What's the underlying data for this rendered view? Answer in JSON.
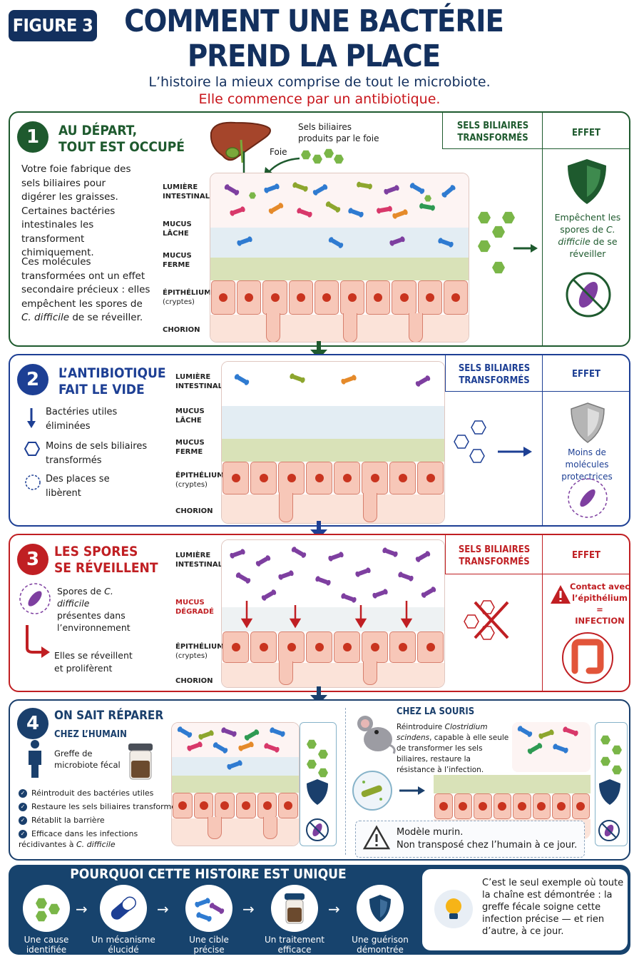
{
  "header": {
    "badge": "FIGURE 3",
    "title_line1": "COMMENT UNE BACTÉRIE",
    "title_line2": "PREND LA PLACE",
    "subtitle1": "L’histoire la mieux comprise de tout le microbiote.",
    "subtitle2": "Elle commence par un antibiotique."
  },
  "colors": {
    "green": "#1e5a2e",
    "blue": "#1d3f94",
    "red": "#c01f23",
    "navy": "#17436d"
  },
  "panel1": {
    "number": "1",
    "title_l1": "AU DÉPART,",
    "title_l2": "TOUT EST OCCUPÉ",
    "text1": "Votre foie fabrique des sels biliaires pour digérer les graisses. Certaines bactéries intestinales les transforment chimiquement.",
    "text2_a": "Ces molécules transformées ont un effet secondaire précieux : elles empêchent les spores de ",
    "text2_em": "C. difficile",
    "text2_b": " de se réveiller.",
    "bile_label_l1": "Sels biliaires",
    "bile_label_l2": "produits par le foie",
    "liver_label": "Foie",
    "layers": {
      "lumen_l1": "LUMIÈRE",
      "lumen_l2": "INTESTINALE",
      "mucus_loose_l1": "MUCUS",
      "mucus_loose_l2": "LÂCHE",
      "mucus_firm_l1": "MUCUS",
      "mucus_firm_l2": "FERME",
      "epi_l1": "ÉPITHÉLIUM",
      "epi_l2": "(cryptes)",
      "chorion": "CHORION"
    },
    "side_head_l1": "SELS BILIAIRES",
    "side_head_l2": "TRANSFORMÉS",
    "effect_head": "EFFET",
    "effect_a": "Empêchent les spores de ",
    "effect_em": "C. difficile",
    "effect_b": " de se réveiller"
  },
  "panel2": {
    "number": "2",
    "title_l1": "L’ANTIBIOTIQUE",
    "title_l2": "FAIT LE VIDE",
    "legend": [
      "Bactéries utiles éliminées",
      "Moins de sels biliaires transformés",
      "Des places se libèrent"
    ],
    "layers": {
      "lumen_l1": "LUMIÈRE",
      "lumen_l2": "INTESTINALE",
      "mucus_loose_l1": "MUCUS",
      "mucus_loose_l2": "LÂCHE",
      "mucus_firm_l1": "MUCUS",
      "mucus_firm_l2": "FERME",
      "epi_l1": "ÉPITHÉLIUM",
      "epi_l2": "(cryptes)",
      "chorion": "CHORION"
    },
    "side_head_l1": "SELS BILIAIRES",
    "side_head_l2": "TRANSFORMÉS",
    "effect_head": "EFFET",
    "effect_text": "Moins de molécules protectrices"
  },
  "panel3": {
    "number": "3",
    "title_l1": "LES SPORES",
    "title_l2": "SE RÉVEILLENT",
    "spores_a": "Spores de ",
    "spores_em": "C. difficile",
    "spores_b": " présentes dans l’environnement",
    "wake_text": "Elles se réveillent et prolifèrent",
    "layers": {
      "lumen_l1": "LUMIÈRE",
      "lumen_l2": "INTESTINALE",
      "mucus_l1": "MUCUS",
      "mucus_l2": "DÉGRADÉ",
      "epi_l1": "ÉPITHÉLIUM",
      "epi_l2": "(cryptes)",
      "chorion": "CHORION"
    },
    "side_head_l1": "SELS BILIAIRES",
    "side_head_l2": "TRANSFORMÉS",
    "effect_head": "EFFET",
    "effect_l1": "Contact avec",
    "effect_l2": "l’épithélium",
    "effect_eq": "=",
    "effect_l3": "INFECTION"
  },
  "panel4": {
    "number": "4",
    "title": "ON SAIT RÉPARER",
    "human_head": "CHEZ L’HUMAIN",
    "graft": "Greffe de microbiote fécal",
    "checks": [
      "Réintroduit des bactéries utiles",
      "Restaure les sels biliaires transformés",
      "Rétablit la barrière"
    ],
    "check4_a": "Efficace dans les infections récidivantes à ",
    "check4_em": "C. difficile",
    "mouse_head": "CHEZ LA SOURIS",
    "mouse_a": "Réintroduire ",
    "mouse_em": "Clostridium scindens",
    "mouse_b": ", capable à elle seule de transformer les sels biliaires, restaure la résistance à l’infection.",
    "warn_l1": "Modèle murin.",
    "warn_l2": "Non transposé chez l’humain à ce jour."
  },
  "bottom": {
    "title": "POURQUOI CETTE HISTOIRE EST UNIQUE",
    "steps": [
      {
        "l1": "Une cause",
        "l2": "identifiée"
      },
      {
        "l1": "Un mécanisme",
        "l2": "élucidé"
      },
      {
        "l1": "Une cible",
        "l2": "précise"
      },
      {
        "l1": "Un traitement",
        "l2": "efficace"
      },
      {
        "l1": "Une guérison",
        "l2": "démontrée"
      }
    ],
    "conclusion": "C’est le seul exemple où toute la chaîne est démontrée : la greffe fécale soigne cette infection précise — et rien d’autre, à ce jour."
  }
}
